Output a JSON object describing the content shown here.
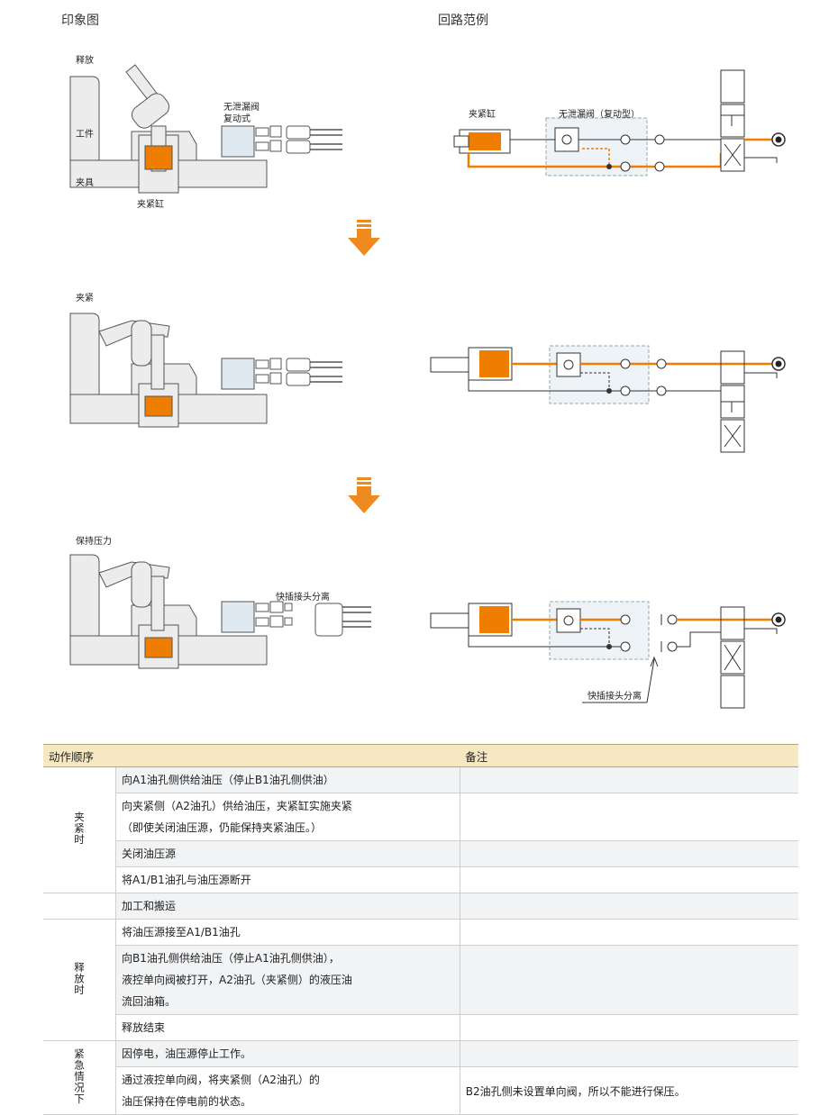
{
  "headings": {
    "impression": "印象图",
    "circuit": "回路范例"
  },
  "stage1": {
    "title": "释放",
    "workpiece": "工件",
    "fixture": "夹具",
    "cylinder": "夹紧缸",
    "valve_line1": "无泄漏阀",
    "valve_line2": "复动式",
    "circuit_cylinder": "夹紧缸",
    "circuit_valve": "无泄漏阀（复动型）"
  },
  "stage2": {
    "title": "夹紧"
  },
  "stage3": {
    "title": "保持压力",
    "separate": "快插接头分离",
    "circuit_separate": "快插接头分离"
  },
  "colors": {
    "oil": "#ef7d00",
    "arrow": "#ef8a1e",
    "machine": "#ececec",
    "valve_box": "#dfe9f2"
  },
  "table": {
    "col_sequence": "动作顺序",
    "col_note": "备注",
    "groups": [
      {
        "label": "夹紧时",
        "rows": [
          {
            "lines": [
              "向A1油孔侧供给油压（停止B1油孔侧供油）"
            ],
            "note": ""
          },
          {
            "lines": [
              "向夹紧侧（A2油孔）供给油压，夹紧缸实施夹紧",
              "（即使关闭油压源，仍能保持夹紧油压。）"
            ],
            "note": ""
          },
          {
            "lines": [
              "关闭油压源"
            ],
            "note": ""
          },
          {
            "lines": [
              "将A1/B1油孔与油压源断开"
            ],
            "note": ""
          }
        ]
      },
      {
        "label": "",
        "rows": [
          {
            "lines": [
              "加工和搬运"
            ],
            "note": ""
          }
        ]
      },
      {
        "label": "释放时",
        "rows": [
          {
            "lines": [
              "将油压源接至A1/B1油孔"
            ],
            "note": ""
          },
          {
            "lines": [
              "向B1油孔侧供给油压（停止A1油孔侧供油），",
              "液控单向阀被打开，A2油孔（夹紧侧）的液压油",
              "流回油箱。"
            ],
            "note": ""
          },
          {
            "lines": [
              "释放结束"
            ],
            "note": ""
          }
        ]
      },
      {
        "label": "紧急情况下",
        "rows": [
          {
            "lines": [
              "因停电，油压源停止工作。"
            ],
            "note": ""
          },
          {
            "lines": [
              "通过液控单向阀，将夹紧侧（A2油孔）的",
              "油压保持在停电前的状态。"
            ],
            "note": "B2油孔侧未设置单向阀，所以不能进行保压。"
          }
        ]
      }
    ]
  }
}
